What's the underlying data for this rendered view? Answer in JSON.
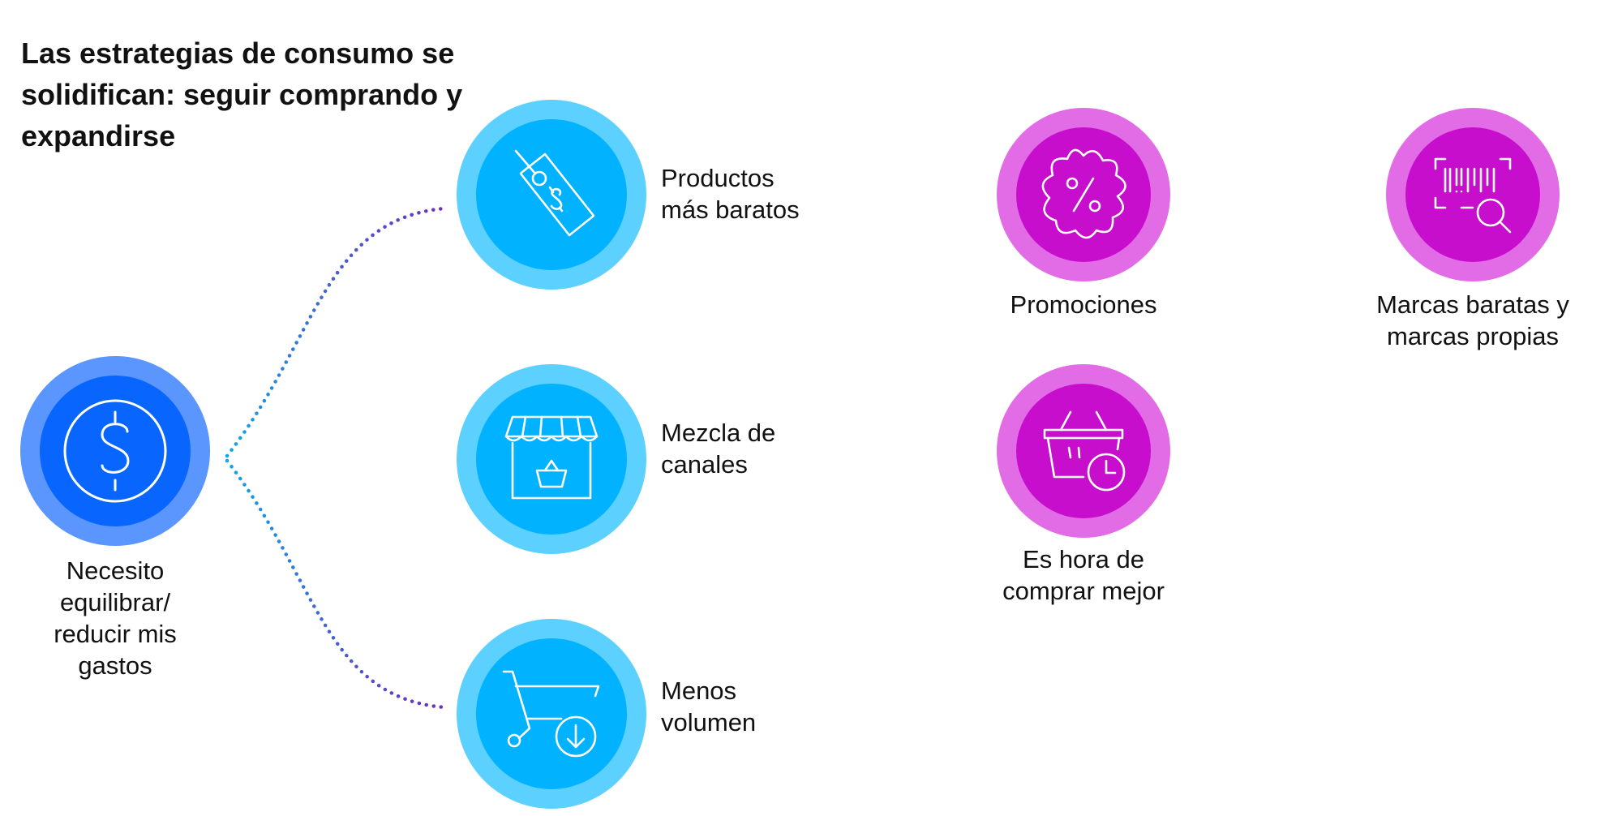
{
  "title": "Las estrategias de consumo se solidifican: seguir comprando y expandirse",
  "colors": {
    "root_outer": "#5b96ff",
    "root_inner": "#0866ff",
    "cyan_outer": "#5cd0ff",
    "cyan_inner": "#00b2ff",
    "magenta_outer": "#e26be6",
    "magenta_inner": "#c60ecc",
    "dot_start": "#0aa6ee",
    "dot_end": "#6a33c2",
    "icon_stroke": "#ffffff"
  },
  "nodes": {
    "root": {
      "label": "Necesito equilibrar/ reducir mis gastos",
      "icon": "dollar-coin-icon"
    },
    "cheaper_products": {
      "label": "Productos más baratos",
      "icon": "price-tag-icon"
    },
    "channel_mix": {
      "label": "Mezcla de canales",
      "icon": "storefront-icon"
    },
    "less_volume": {
      "label": "Menos volumen",
      "icon": "cart-down-arrow-icon"
    },
    "promotions": {
      "label": "Promociones",
      "icon": "percent-badge-icon"
    },
    "better_shopping": {
      "label": "Es hora de comprar mejor",
      "icon": "basket-clock-icon"
    },
    "cheap_brands": {
      "label": "Marcas baratas y marcas propias",
      "icon": "barcode-search-icon"
    }
  }
}
